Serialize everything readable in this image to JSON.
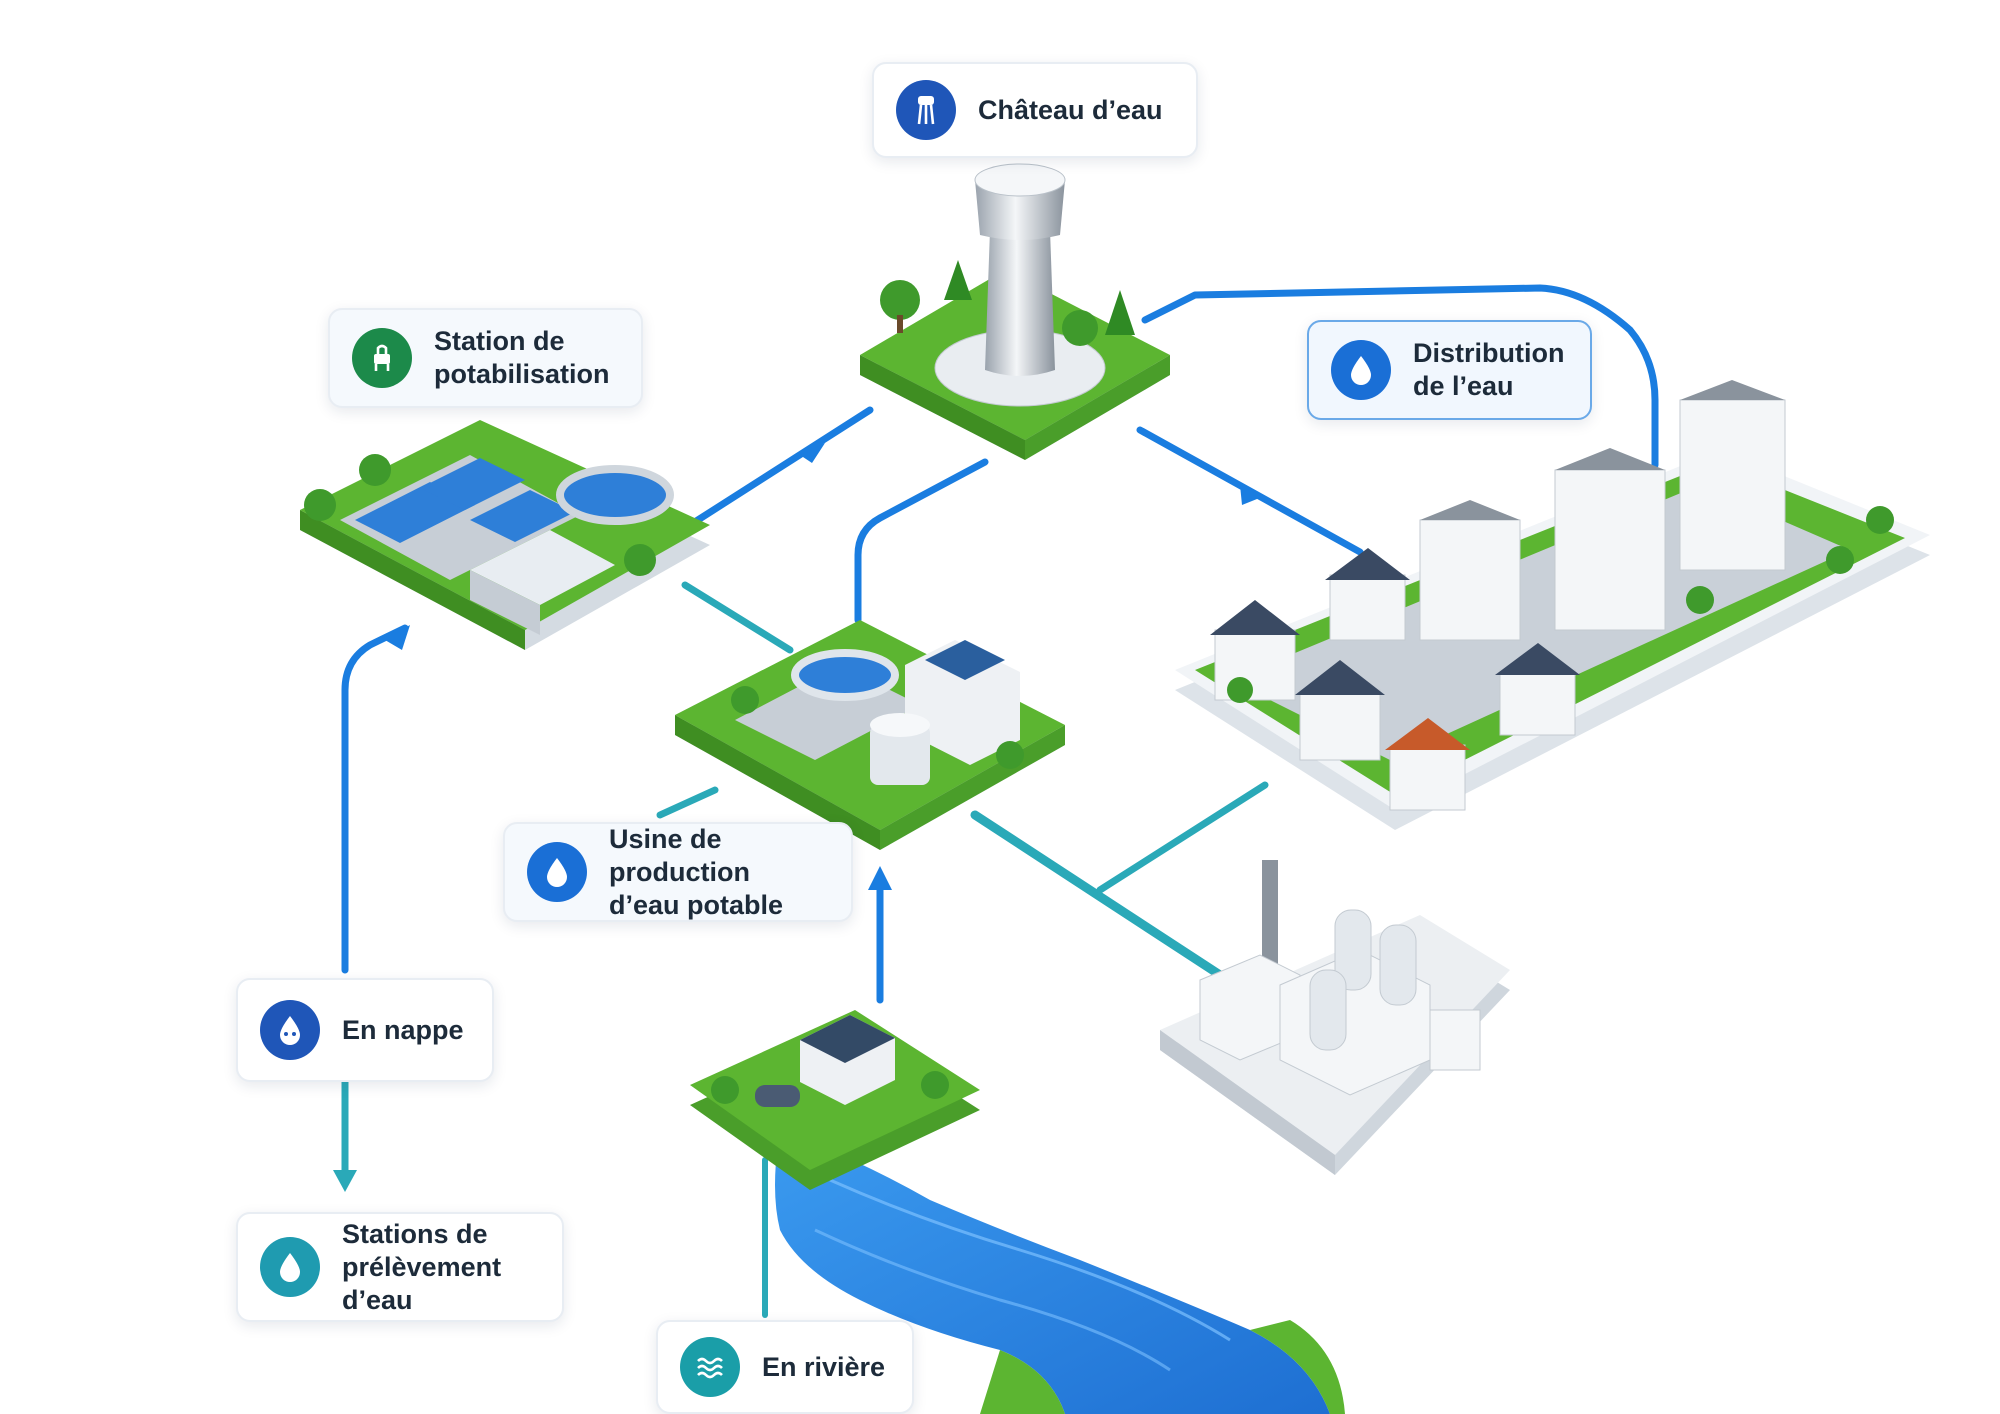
{
  "nodes": {
    "chateau": {
      "label": "Château d’eau",
      "icon": "water-tower-icon",
      "color": "#1f56b8"
    },
    "potabilisation": {
      "label": "Station de\npotabilisation",
      "icon": "plant-icon",
      "color": "#1c8a4a"
    },
    "distribution": {
      "label": "Distribution\nde l’eau",
      "icon": "water-drop-icon",
      "color": "#1a6fd6"
    },
    "usine": {
      "label": "Usine de production\nd’eau potable",
      "icon": "water-drop-icon",
      "color": "#1a6fd6"
    },
    "nappe": {
      "label": "En nappe",
      "icon": "water-drop-icon",
      "color": "#1f56b8"
    },
    "prelevement": {
      "label": "Stations de\nprélèvement d’eau",
      "icon": "water-drop-icon",
      "color": "#1f9bb0"
    },
    "riviere": {
      "label": "En rivière",
      "icon": "waves-icon",
      "color": "#1a9ea8"
    }
  },
  "colors": {
    "pipe_blue": "#1a7de0",
    "pipe_teal": "#2aa9b8",
    "grass": "#5cb531",
    "base": "#e6ebf0",
    "water": "#2f8ce3"
  }
}
